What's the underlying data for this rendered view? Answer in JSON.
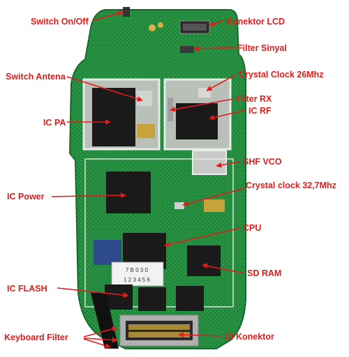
{
  "colors": {
    "background": "#ffffff",
    "pcb": "#1f8a3c",
    "pcb_dark": "#14662b",
    "shield": "#c9cfc9",
    "chip": "#1a1a1a",
    "label": "#e31b1b"
  },
  "labels": {
    "switch_onoff": "Switch On/Off",
    "konektor_lcd": "Konektor LCD",
    "filter_sinyal": "Filter Sinyal",
    "switch_antena": "Switch Antena",
    "crystal_clock_26": "Crystal Clock 26Mhz",
    "filter_rx": "Filter RX",
    "ic_rf": "IC RF",
    "ic_pa": "IC PA",
    "shf_vco": "SHF VCO",
    "ic_power": "IC Power",
    "crystal_clock_32": "Crystal clock 32,7Mhz",
    "cpu": "CPU",
    "sd_ram": "SD RAM",
    "ic_flash": "IC FLASH",
    "keyboard_filter": "Keyboard Filter",
    "ui_konektor": "UI Konektor"
  },
  "board_text": {
    "chip_code": "7 B 0 3 0",
    "sticker_code": "1 2 3 4 5 6"
  }
}
